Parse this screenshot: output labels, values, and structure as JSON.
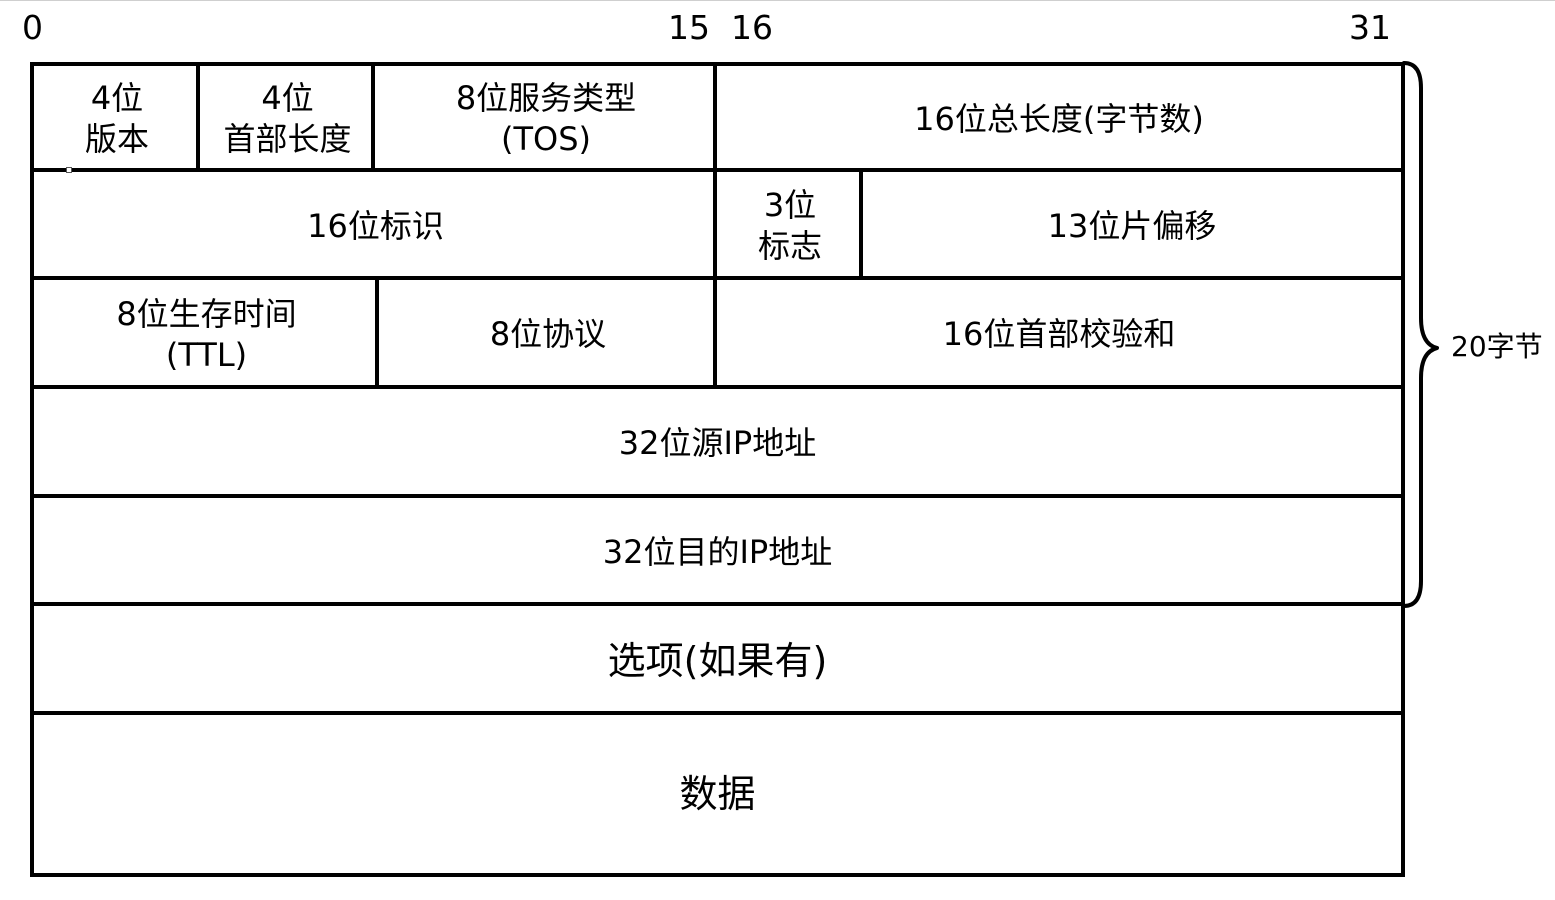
{
  "bit_labels": {
    "start": "0",
    "mid_end": "15",
    "mid_start": "16",
    "end": "31"
  },
  "rows": {
    "row1": {
      "version": [
        "4位",
        "版本"
      ],
      "header_length": [
        "4位",
        "首部长度"
      ],
      "tos": [
        "8位服务类型",
        "(TOS)"
      ],
      "total_length": "16位总长度(字节数)"
    },
    "row2": {
      "identification": "16位标识",
      "flags": [
        "3位",
        "标志"
      ],
      "fragment_offset": "13位片偏移"
    },
    "row3": {
      "ttl": [
        "8位生存时间",
        "(TTL)"
      ],
      "protocol": "8位协议",
      "checksum": "16位首部校验和"
    },
    "source_ip": "32位源IP地址",
    "dest_ip": "32位目的IP地址",
    "options": "选项(如果有)",
    "data": "数据"
  },
  "brace_label": "20字节"
}
